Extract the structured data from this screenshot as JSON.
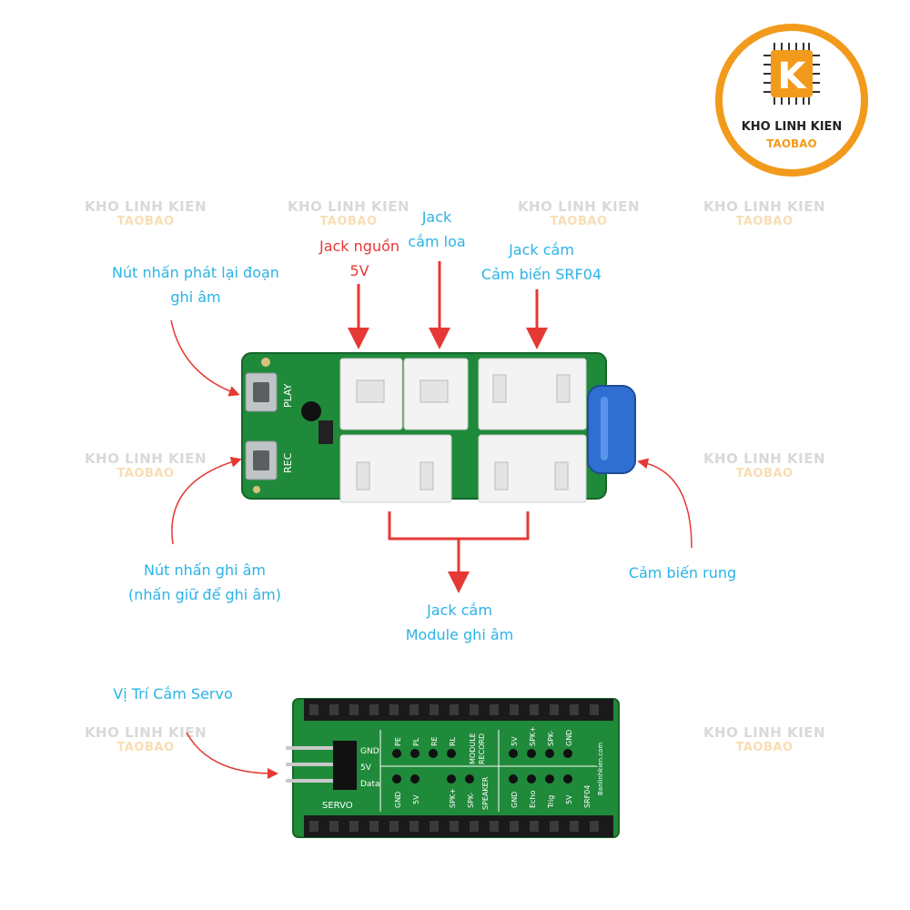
{
  "logo": {
    "line1": "KHO LINH KIEN",
    "line2": "TAOBAO",
    "letter": "K"
  },
  "watermark": {
    "line1": "KHO LINH KIEN",
    "line2": "TAOBAO"
  },
  "labels": {
    "jack_nguon": [
      "Jack nguồn",
      "5V"
    ],
    "jack_loa": [
      "Jack",
      "cắm loa"
    ],
    "jack_srf04": [
      "Jack cắm",
      "Cảm biến SRF04"
    ],
    "play_button": [
      "Nút nhấn phát lại đoạn",
      "ghi âm"
    ],
    "rec_button": [
      "Nút nhấn ghi âm",
      "(nhấn giữ để ghi âm)"
    ],
    "vibration": "Cảm biến rung",
    "record_jack": [
      "Jack cắm",
      "Module ghi âm"
    ],
    "servo": "Vị Trí Cắm Servo"
  },
  "board_top_silk": {
    "play": "PLAY",
    "rec": "REC"
  },
  "board_bottom_silk": {
    "servo": "SERVO",
    "gnd": "GND",
    "v5": "5V",
    "data": "Data",
    "pe": "PE",
    "pl": "PL",
    "re": "RE",
    "rl": "RL",
    "module_record": [
      "MODULE",
      "RECORD"
    ],
    "gnd2": "GND",
    "v5b": "5V",
    "spk_plus": "SPK+",
    "spk_minus": "SPK-",
    "speaker": "SPEAKER",
    "v5c": "5V",
    "spk_plus2": "SPK+",
    "spk_minus2": "SPK-",
    "gnd3": "GND",
    "gnd4": "GND",
    "echo": "Echo",
    "trig": "Trig",
    "v5d": "5V",
    "srf04": "SRF04",
    "url": "Banlinhkien.com"
  },
  "colors": {
    "blue": "#2bb3e6",
    "red": "#e53935",
    "orange": "#f29a1b",
    "pcb": "#1f8a3a"
  }
}
